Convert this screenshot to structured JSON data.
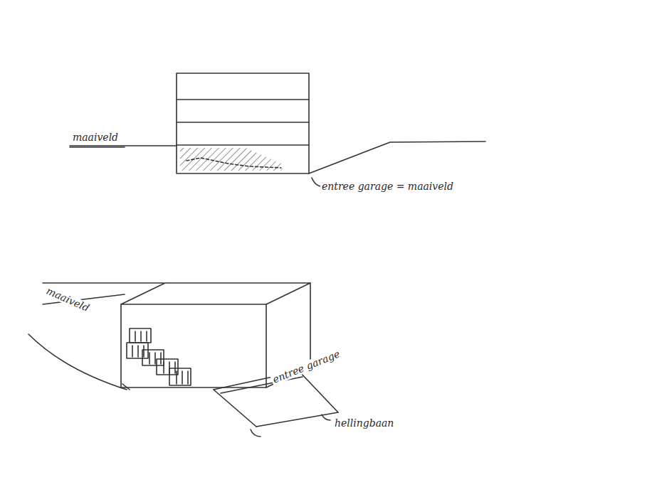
{
  "diagram": {
    "labels": [
      "maaiveld",
      "entree garage = maaiveld",
      "maaiveld",
      "entree garage",
      "hellingbaan"
    ]
  }
}
